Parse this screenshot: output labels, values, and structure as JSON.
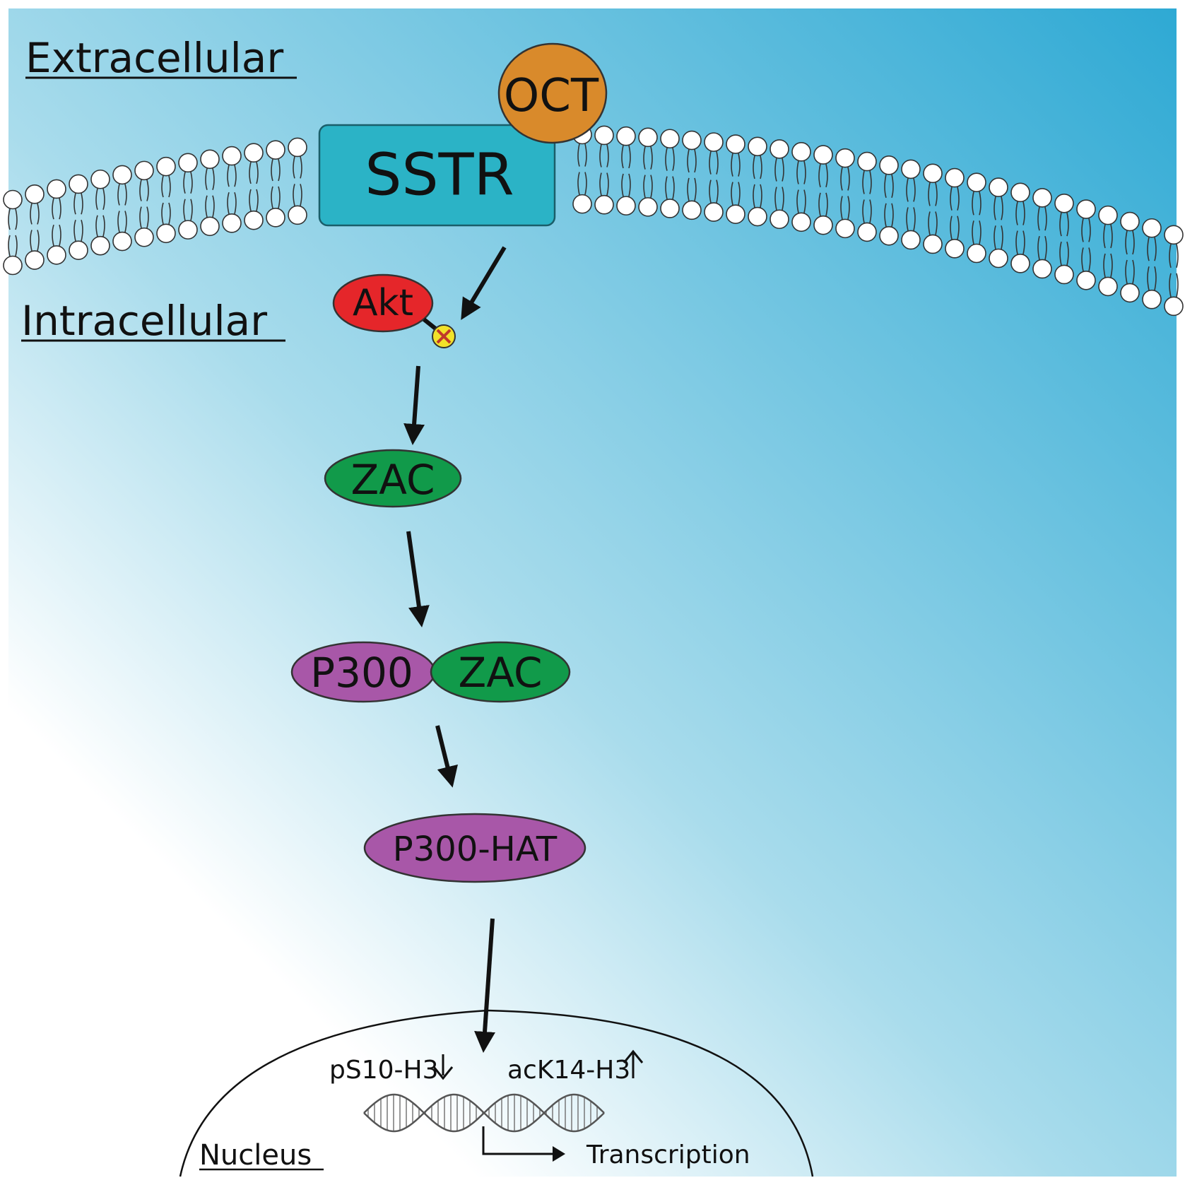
{
  "regions": {
    "extracellular": "Extracellular",
    "intracellular": "Intracellular",
    "nucleus": "Nucleus"
  },
  "nodes": {
    "oct": "OCT",
    "sstr": "SSTR",
    "akt": "Akt",
    "zac": "ZAC",
    "p300": "P300",
    "zac_complex": "ZAC",
    "p300_hat": "P300-HAT"
  },
  "nucleus_items": {
    "ps10": "pS10-H3",
    "ack14": "acK14-H3",
    "transcription": "Transcription"
  },
  "colors": {
    "background_dark": "#2ea9d4",
    "background_light": "#ffffff",
    "oct": "#d98a2b",
    "sstr": "#2bb3c6",
    "akt": "#e5262a",
    "zac": "#119a4a",
    "p300": "#a857a8",
    "phospho": "#f2e22a"
  }
}
